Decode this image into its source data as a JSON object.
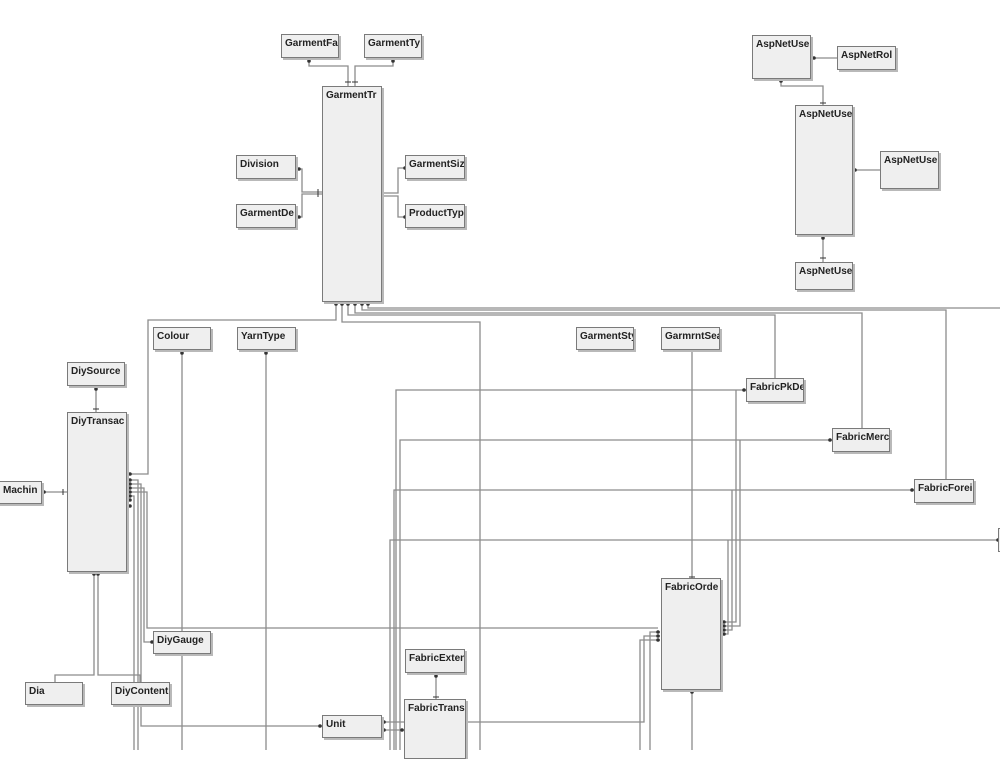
{
  "diagram": {
    "tables": {
      "garment_fa": "GarmentFa",
      "garment_ty": "GarmentTy",
      "garment_tr": "GarmentTr",
      "division": "Division",
      "garment_de": "GarmentDe",
      "garment_siz": "GarmentSiz",
      "product_typ": "ProductTyp",
      "aspnet_use_top": "AspNetUse",
      "aspnet_rol": "AspNetRol",
      "aspnet_use_main": "AspNetUse",
      "aspnet_use_right": "AspNetUse",
      "aspnet_use_bottom": "AspNetUse",
      "colour": "Colour",
      "yarn_type": "YarnType",
      "garment_sty": "GarmentSty",
      "garmrnt_sea": "GarmrntSea",
      "diy_source": "DiySource",
      "diy_transac": "DiyTransac",
      "machin": "Machin",
      "fabric_pk_de": "FabricPkDe",
      "fabric_merc": "FabricMerc",
      "fabric_forei": "FabricForei",
      "fabric_orde": "FabricOrde",
      "diy_gauge": "DiyGauge",
      "fabric_exten": "FabricExten",
      "fabric_trans": "FabricTrans",
      "unit": "Unit",
      "dia": "Dia",
      "diy_content": "DiyContent"
    }
  }
}
